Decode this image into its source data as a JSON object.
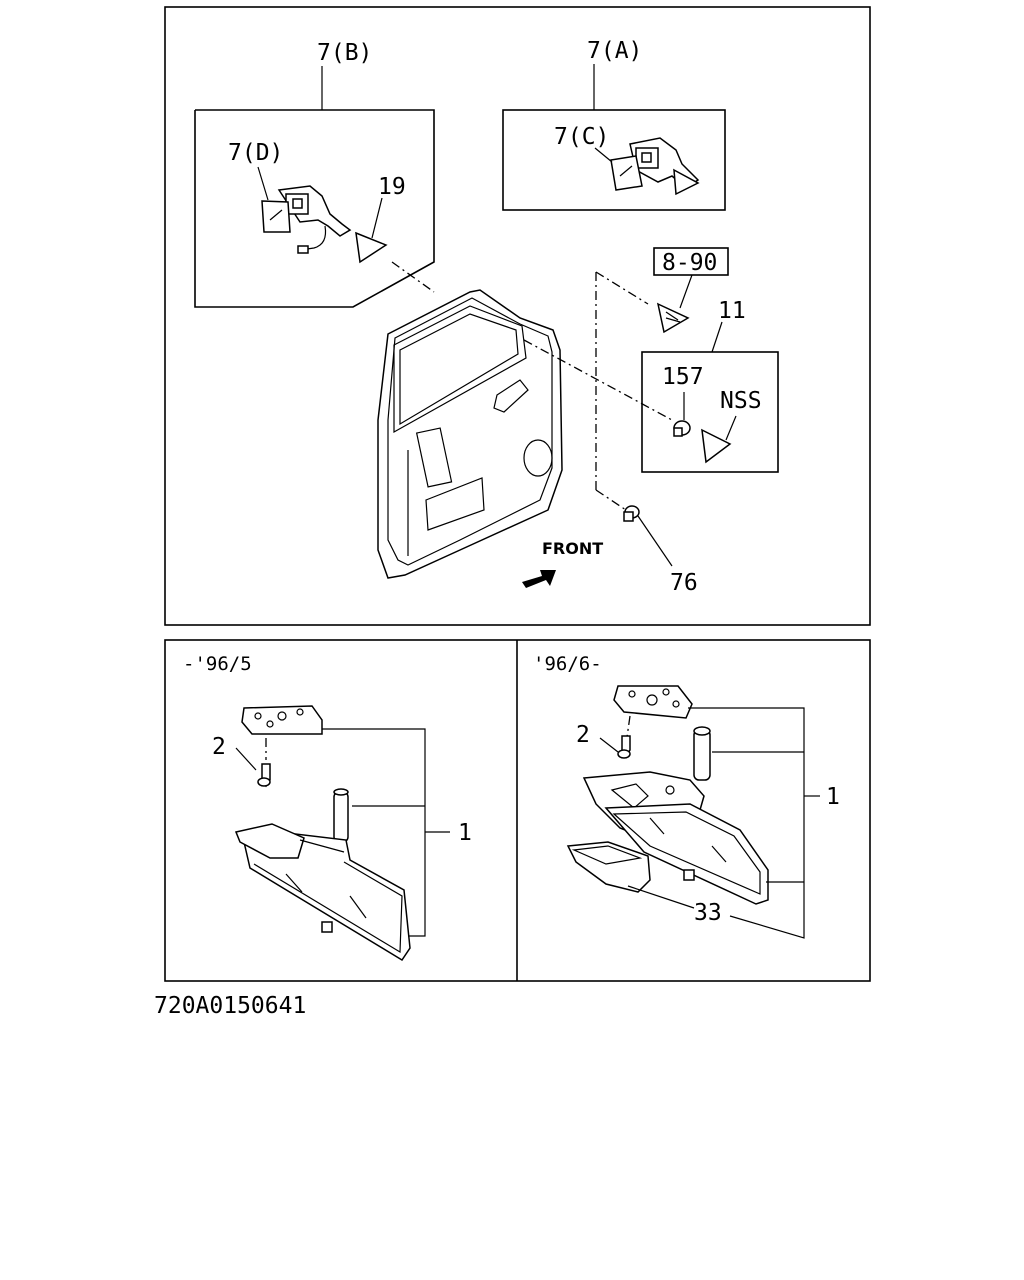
{
  "drawing_code": "720A0150641",
  "top_panel": {
    "callouts": {
      "mirror_7b": "7(B)",
      "mirror_7a": "7(A)",
      "mirror_7d": "7(D)",
      "mirror_7c": "7(C)",
      "cover_19": "19",
      "ref_8_90": "8-90",
      "box_11": "11",
      "clip_157": "157",
      "nss": "NSS",
      "bolt_76": "76"
    },
    "front_label": "FRONT"
  },
  "bottom_left": {
    "period": "-'96/5",
    "callouts": {
      "screw_2": "2",
      "assembly_1": "1"
    }
  },
  "bottom_right": {
    "period": "'96/6-",
    "callouts": {
      "screw_2": "2",
      "assembly_1": "1",
      "cover_33": "33"
    }
  }
}
